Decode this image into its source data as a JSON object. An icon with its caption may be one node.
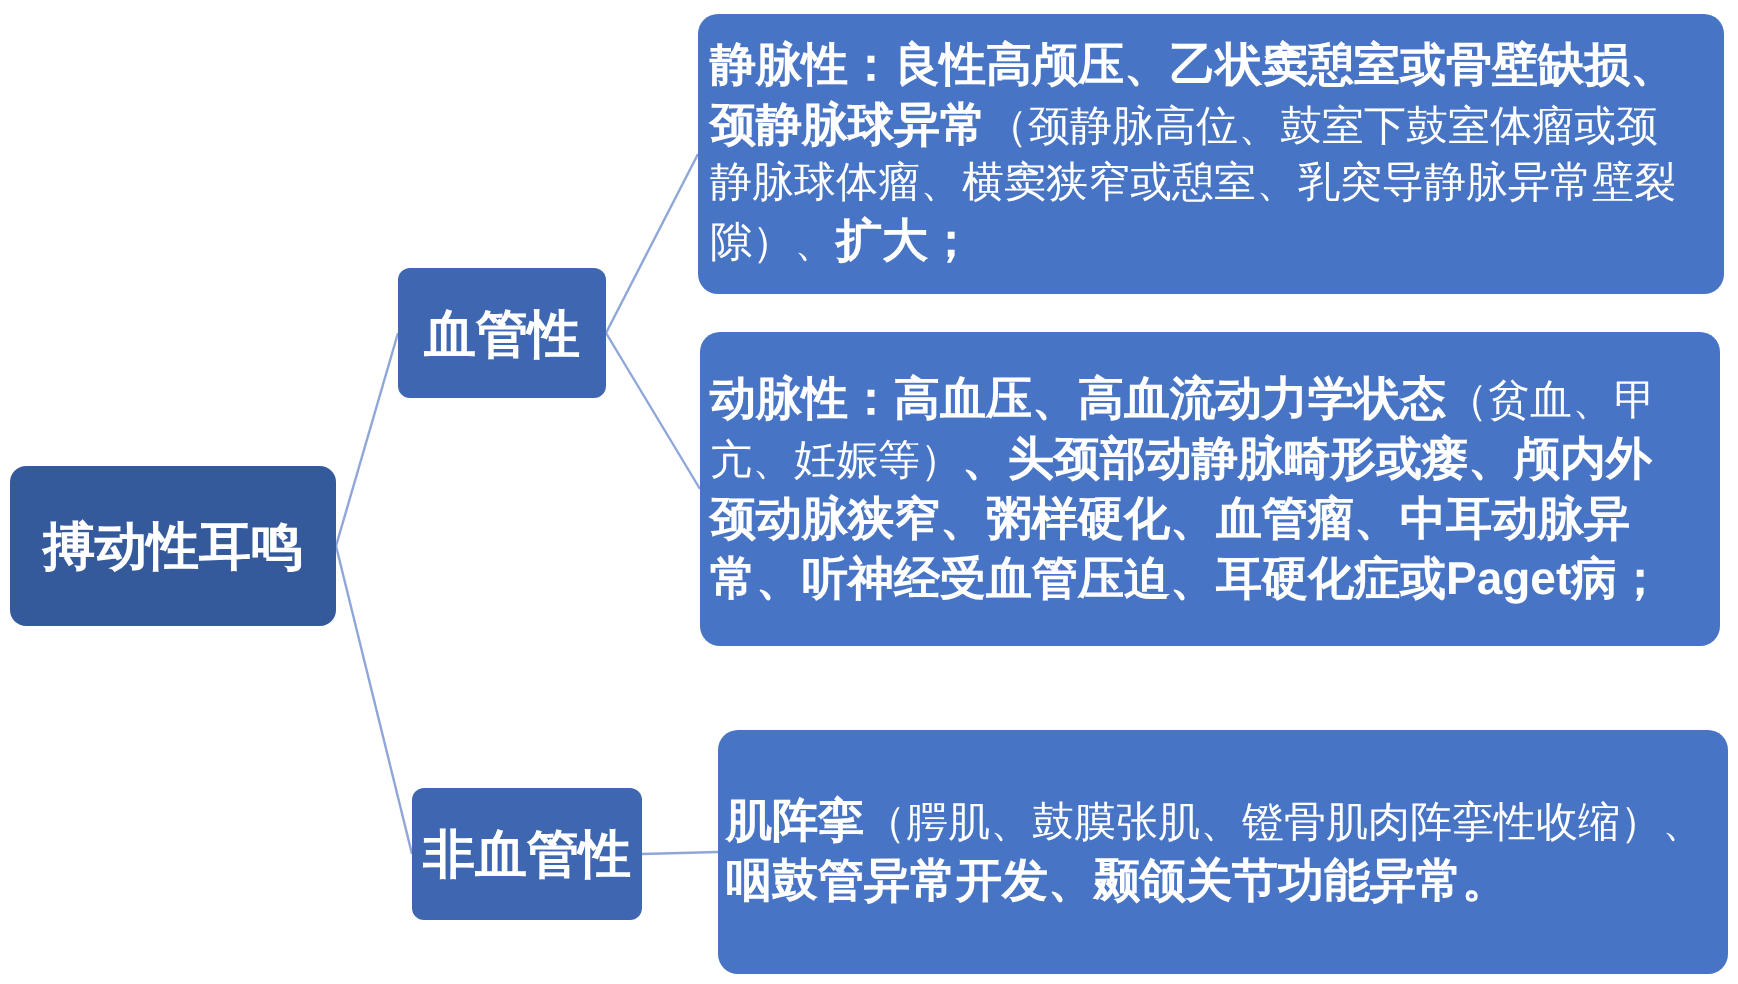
{
  "diagram": {
    "nodes": [
      {
        "text": [
          "搏动性耳鸣"
        ]
      },
      {
        "text": [
          "血管性"
        ]
      },
      {
        "text": [
          "非血管性"
        ]
      },
      {
        "text": [
          "**静脉性：良性高颅压、乙状窦憩室或骨壁缺损、颈静脉球异常**（颈静脉高位、鼓室下鼓室体瘤或颈静脉球体瘤、横窦狭窄或憩室、乳突导静脉异常壁裂隙）、**扩大；**"
        ]
      },
      {
        "text": [
          "**动脉性：高血压、高血流动力学状态**（贫血、甲亢、妊娠等）**、头颈部动静脉畸形或瘘、颅内外颈动脉狭窄、粥样硬化、血管瘤、中耳动脉异常、听神经受血管压迫、耳硬化症或Paget病；**"
        ]
      },
      {
        "text": [
          "**肌阵挛**（腭肌、鼓膜张肌、镫骨肌肉阵挛性收缩）、**咽鼓管异常开发、颞颌关节功能异常。**"
        ]
      }
    ],
    "edges": [
      {
        "from": 0,
        "to": 1,
        "arrow": "none"
      },
      {
        "from": 0,
        "to": 2,
        "arrow": "none"
      },
      {
        "from": 1,
        "to": 3,
        "arrow": "none"
      },
      {
        "from": 1,
        "to": 4,
        "arrow": "none"
      },
      {
        "from": 2,
        "to": 5,
        "arrow": "none"
      }
    ]
  }
}
